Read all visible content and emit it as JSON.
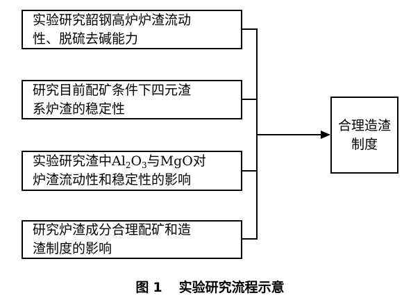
{
  "diagram": {
    "boxes": [
      {
        "line1": "实验研究韶钢高炉炉渣流动",
        "line2": "性、脱硫去碱能力"
      },
      {
        "line1": "研究目前配矿条件下四元渣",
        "line2": "系炉渣的稳定性"
      },
      {
        "line1_pre": "实验研究渣中Al",
        "sub1": "2",
        "mid": "O",
        "sub2": "3",
        "post": "与MgO对",
        "line2": "炉渣流动性和稳定性的影响"
      },
      {
        "line1": "研究炉渣成分合理配矿和造",
        "line2": "渣制度的影响"
      }
    ],
    "target": {
      "line1": "合理造渣",
      "line2": "制度"
    }
  },
  "caption": {
    "figure": "图",
    "number": "1",
    "text": "实验研究流程示意"
  }
}
